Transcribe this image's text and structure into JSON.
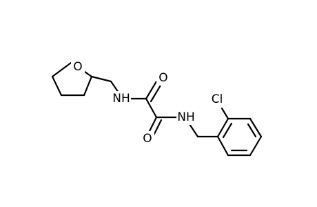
{
  "molecule": {
    "ring_oxygen": "O",
    "amide_nitrogen_left": "NH",
    "carbonyl_oxygen_top": "O",
    "carbonyl_oxygen_bottom": "O",
    "amide_nitrogen_right": "NH",
    "chlorine": "Cl"
  },
  "colors": {
    "bond": "#000000",
    "label": "#000000",
    "background": "#ffffff"
  }
}
